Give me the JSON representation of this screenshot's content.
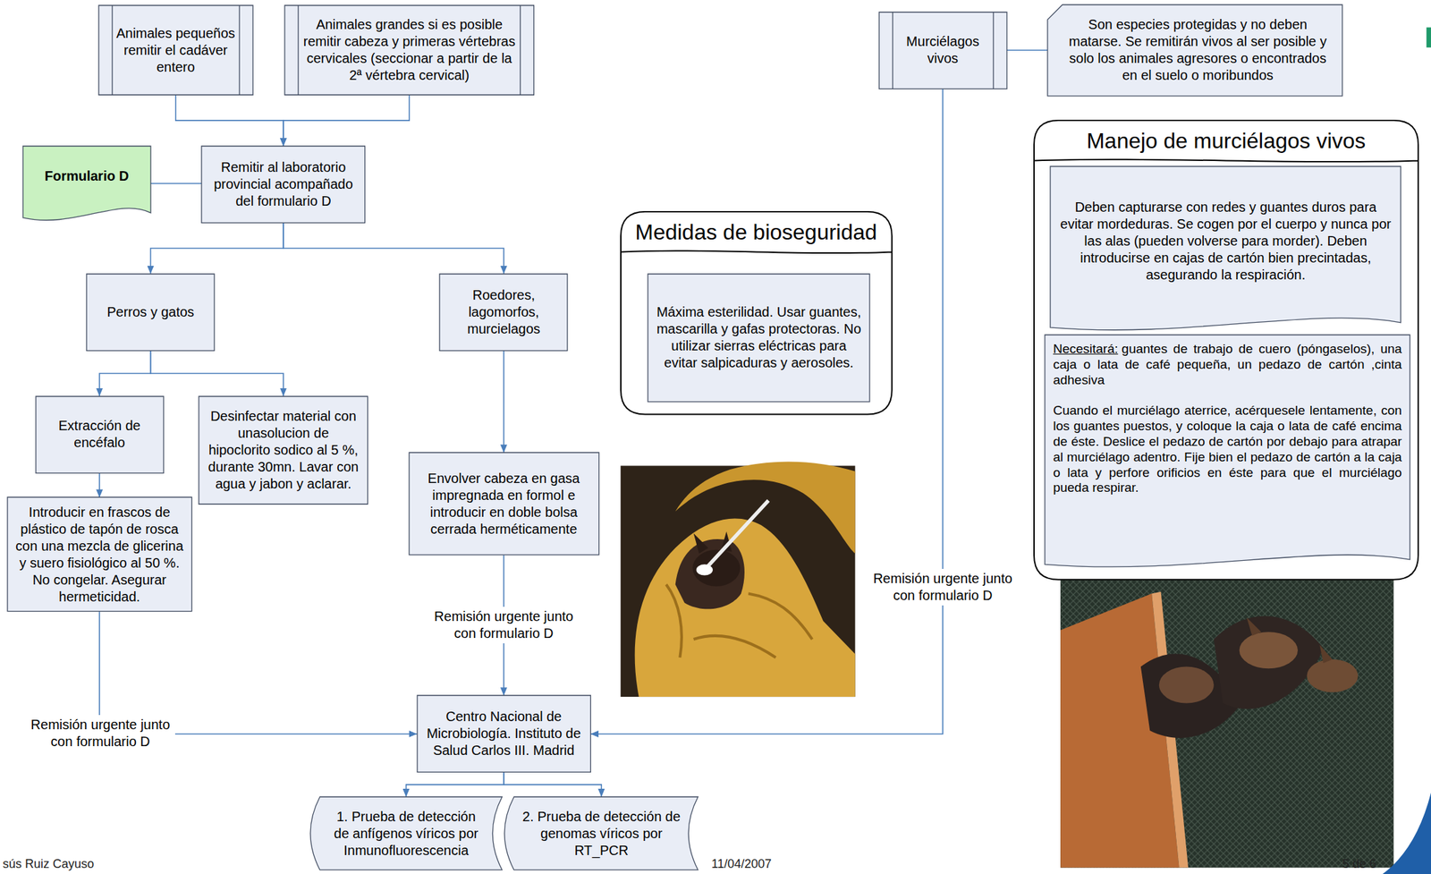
{
  "diagram": {
    "nodes": [
      {
        "text": [
          "Animales pequeños remitir el cadáver entero"
        ]
      },
      {
        "text": [
          "Animales grandes si es posible remitir cabeza y primeras vértebras cervicales (seccionar a partir de la 2ª vértebra cervical)"
        ]
      },
      {
        "text": [
          "Murciélagos vivos"
        ]
      },
      {
        "text": [
          "Son especies protegidas y no deben matarse. Se remitirán vivos al ser posible y solo los animales agresores o encontrados en el suelo o moribundos"
        ]
      },
      {
        "text": [
          "Formulario D"
        ]
      },
      {
        "text": [
          "Remitir al laboratorio provincial acompañado del formulario D"
        ]
      },
      {
        "text": [
          "Manejo de murciélagos vivos"
        ]
      },
      {
        "text": [
          "Deben capturarse con redes y guantes duros para evitar mordeduras. Se cogen por el cuerpo y nunca por las alas (pueden volverse para morder). Deben introducirse en cajas de cartón bien precintadas, asegurando la respiración."
        ],
        "in": 6
      },
      {
        "text": [
          "Necesitará:",
          "guantes de trabajo de cuero (póngaselos), una caja o lata de café pequeña, un pedazo de cartón ,cinta adhesiva",
          "Cuando el murciélago aterrice, acérquesele lentamente, con los guantes puestos, y coloque la caja o lata de café encima de éste. Deslice el pedazo de cartón por debajo para atrapar al murciélago adentro. Fije bien el pedazo de cartón a la caja o lata y perfore orificios en éste para que el murciélago pueda respirar."
        ],
        "in": 6
      },
      {
        "text": [
          "Medidas de bioseguridad"
        ]
      },
      {
        "text": [
          "Máxima esterilidad. Usar guantes, mascarilla y gafas protectoras. No utilizar sierras eléctricas para evitar salpicaduras y aerosoles."
        ],
        "in": 9
      },
      {
        "text": [
          "Perros y gatos"
        ]
      },
      {
        "text": [
          "Roedores, lagomorfos, murcielagos"
        ]
      },
      {
        "text": [
          "Extracción de encéfalo"
        ]
      },
      {
        "text": [
          "Desinfectar material con unasolucion de hipoclorito sodico al 5 %, durante 30mn. Lavar con agua y jabon y aclarar."
        ]
      },
      {
        "text": [
          "Envolver cabeza en gasa impregnada en formol e introducir en doble bolsa cerrada herméticamente"
        ]
      },
      {
        "text": [
          "Introducir en frascos de plástico de tapón de rosca con una mezcla de glicerina y suero fisiológico al 50 %. No congelar. Asegurar hermeticidad."
        ]
      },
      {
        "text": [
          "Centro Nacional de Microbiología. Instituto de Salud Carlos III. Madrid"
        ]
      },
      {
        "text": [
          "1. Prueba de detección de anfígenos víricos por Inmunofluorescencia"
        ]
      },
      {
        "text": [
          "2. Prueba de detección de genomas víricos por RT_PCR"
        ]
      }
    ],
    "edges": [
      {
        "from": 0,
        "to": 5,
        "arrow": "to"
      },
      {
        "from": 1,
        "to": 5,
        "arrow": "to"
      },
      {
        "from": 4,
        "to": 5,
        "arrow": "none"
      },
      {
        "from": 2,
        "to": 3,
        "arrow": "none"
      },
      {
        "from": 5,
        "to": 11,
        "arrow": "to"
      },
      {
        "from": 5,
        "to": 12,
        "arrow": "to"
      },
      {
        "from": 11,
        "to": 13,
        "arrow": "to"
      },
      {
        "from": 11,
        "to": 14,
        "arrow": "to"
      },
      {
        "from": 13,
        "to": 16,
        "arrow": "to"
      },
      {
        "from": 12,
        "to": 15,
        "arrow": "to"
      },
      {
        "from": 16,
        "to": 17,
        "arrow": "to",
        "label": "Remisión urgente junto con formulario D"
      },
      {
        "from": 15,
        "to": 17,
        "arrow": "to",
        "label": "Remisión urgente junto con formulario D"
      },
      {
        "from": 2,
        "to": 17,
        "arrow": "to",
        "label": "Remisión urgente junto con formulario D"
      },
      {
        "from": 17,
        "to": 18,
        "arrow": "to"
      },
      {
        "from": 17,
        "to": 19,
        "arrow": "to"
      }
    ],
    "labels": [
      "sús Ruiz Cayuso",
      "11/04/2007",
      "5 de 6"
    ]
  }
}
